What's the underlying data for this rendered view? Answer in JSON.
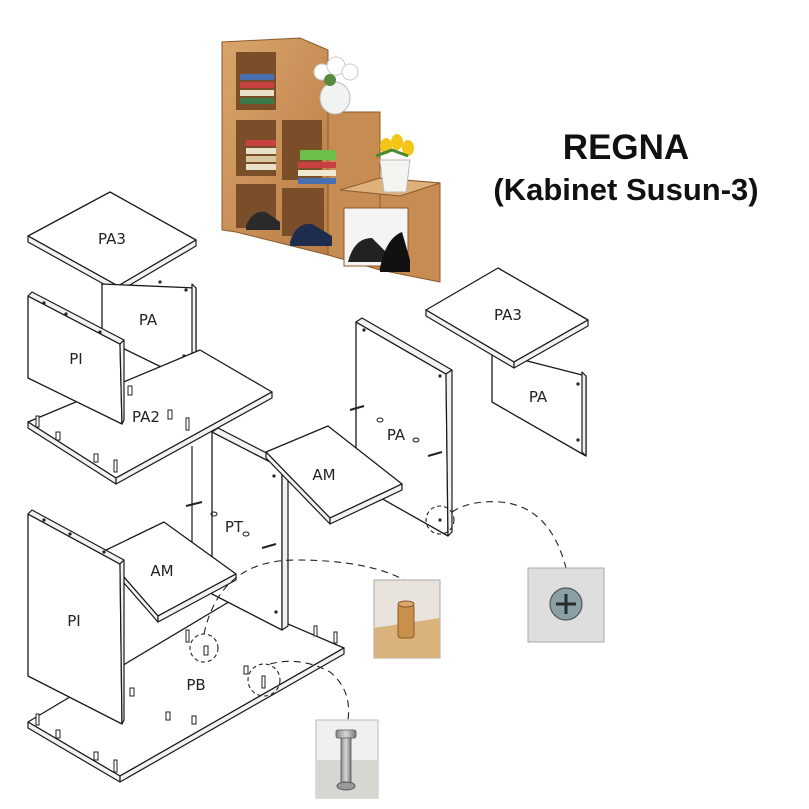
{
  "title": {
    "name": "REGNA",
    "subtitle": "(Kabinet Susun-3)"
  },
  "parts": {
    "pa3": "PA3",
    "pa": "PA",
    "pi": "PI",
    "pa2": "PA2",
    "am": "AM",
    "pt": "PT",
    "pb": "PB"
  },
  "icons": {
    "product": "shelf-cabinet-photo-icon",
    "dowel": "wooden-dowel-icon",
    "screw": "cross-screw-icon",
    "cam": "cam-bolt-icon"
  },
  "colors": {
    "line": "#1a1a1a",
    "wood": "#c98f55",
    "wood_dark": "#a26c3b",
    "background": "#ffffff"
  }
}
